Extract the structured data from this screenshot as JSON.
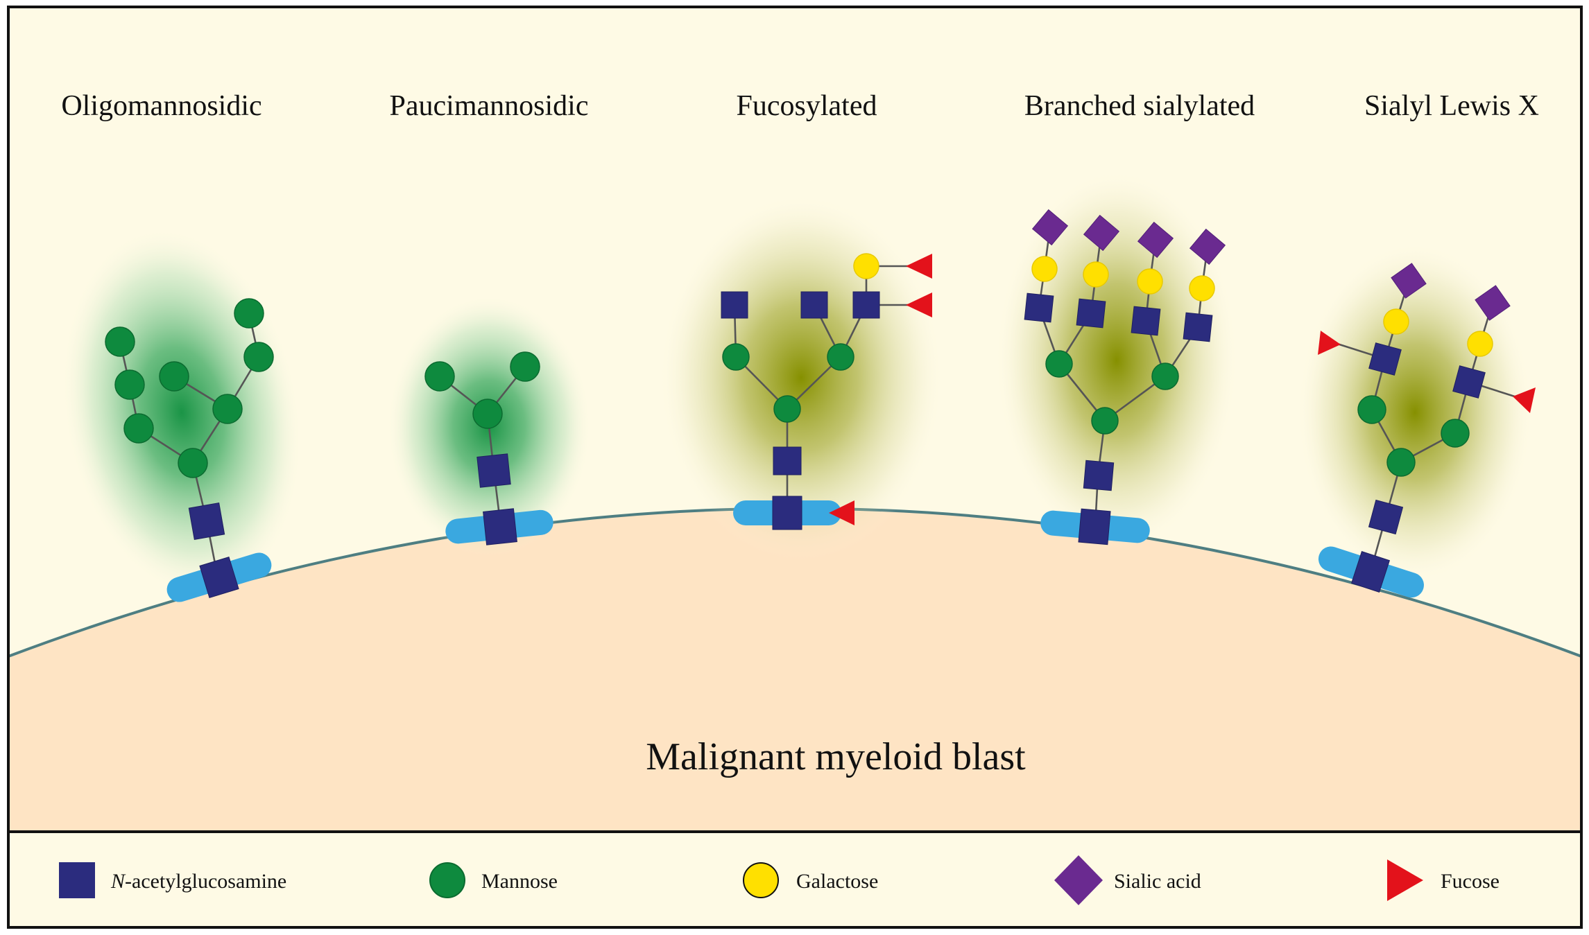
{
  "glycan_types": [
    {
      "name": "Oligomannosidic"
    },
    {
      "name": "Paucimannosidic"
    },
    {
      "name": "Fucosylated"
    },
    {
      "name": "Branched sialylated"
    },
    {
      "name": "Sialyl Lewis X"
    }
  ],
  "cell_label": "Malignant myeloid blast",
  "legend": {
    "items": [
      {
        "prefix": "N",
        "text": "-acetylglucosamine",
        "symbol": "square",
        "color": "#2b2c7e"
      },
      {
        "prefix": "",
        "text": "Mannose",
        "symbol": "circle",
        "color": "#0e8a3e"
      },
      {
        "prefix": "",
        "text": "Galactose",
        "symbol": "circle",
        "color": "#ffe000"
      },
      {
        "prefix": "",
        "text": "Sialic acid",
        "symbol": "diamond",
        "color": "#6a2a90"
      },
      {
        "prefix": "",
        "text": "Fucose",
        "symbol": "triangle",
        "color": "#e3121b"
      }
    ]
  },
  "colors": {
    "background": "#fefae5",
    "cell_fill": "#fee4c4",
    "membrane": "#4e7e82",
    "glow_green": "#1f9a4a",
    "glow_olive": "#8a9300",
    "anchor": "#3aa8e0"
  }
}
